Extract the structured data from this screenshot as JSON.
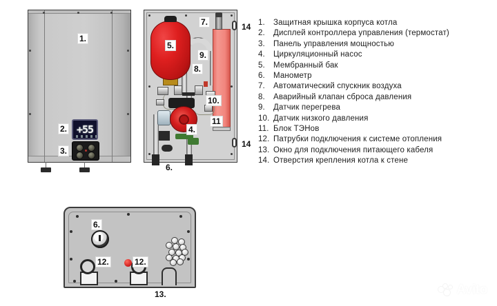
{
  "document": {
    "type": "electric-boiler-parts-diagram",
    "background_color": "#ffffff"
  },
  "front_view": {
    "title": "Boiler front view",
    "display_value": "+55",
    "callouts": [
      {
        "id": "1",
        "label": "1."
      },
      {
        "id": "2",
        "label": "2."
      },
      {
        "id": "3",
        "label": "3."
      }
    ]
  },
  "internal_view": {
    "title": "Boiler internal cut-away view",
    "callouts": [
      {
        "id": "4",
        "label": "4."
      },
      {
        "id": "5",
        "label": "5."
      },
      {
        "id": "6",
        "label": "6."
      },
      {
        "id": "7",
        "label": "7."
      },
      {
        "id": "8",
        "label": "8."
      },
      {
        "id": "9",
        "label": "9."
      },
      {
        "id": "10",
        "label": "10."
      },
      {
        "id": "11",
        "label": "11"
      },
      {
        "id": "14a",
        "label": "14"
      },
      {
        "id": "14b",
        "label": "14"
      }
    ]
  },
  "bottom_view": {
    "title": "Boiler underside view",
    "callouts": [
      {
        "id": "6",
        "label": "6."
      },
      {
        "id": "12a",
        "label": "12."
      },
      {
        "id": "12b",
        "label": "12."
      },
      {
        "id": "13",
        "label": "13."
      }
    ]
  },
  "legend": {
    "items": [
      {
        "num": "1.",
        "text": "Защитная крышка корпуса котла"
      },
      {
        "num": "2.",
        "text": "Дисплей контроллера управления (термостат)"
      },
      {
        "num": "3.",
        "text": "Панель управления мощностью"
      },
      {
        "num": "4.",
        "text": "Циркуляционный насос"
      },
      {
        "num": "5.",
        "text": "Мембранный бак"
      },
      {
        "num": "6.",
        "text": "Манометр"
      },
      {
        "num": "7.",
        "text": "Автоматический спускник воздуха"
      },
      {
        "num": "8.",
        "text": "Аварийный клапан сброса давления"
      },
      {
        "num": "9.",
        "text": "Датчик перегрева"
      },
      {
        "num": "10.",
        "text": "Датчик низкого давления"
      },
      {
        "num": "11.",
        "text": "Блок ТЭНов"
      },
      {
        "num": "12.",
        "text": "Патрубки подключения к системе отопления"
      },
      {
        "num": "13.",
        "text": "Окно для подключения питающего кабеля"
      },
      {
        "num": "14.",
        "text": "Отверстия крепления котла к стене"
      }
    ]
  },
  "watermark": {
    "text": "Avito"
  },
  "colors": {
    "tank_red": "#de1f1f",
    "heater_pink": "#f2867e",
    "pump_red": "#d21c1c",
    "body_gray": "#c9c9c9",
    "display_navy": "#10102c",
    "outline": "#3a3a3a"
  }
}
